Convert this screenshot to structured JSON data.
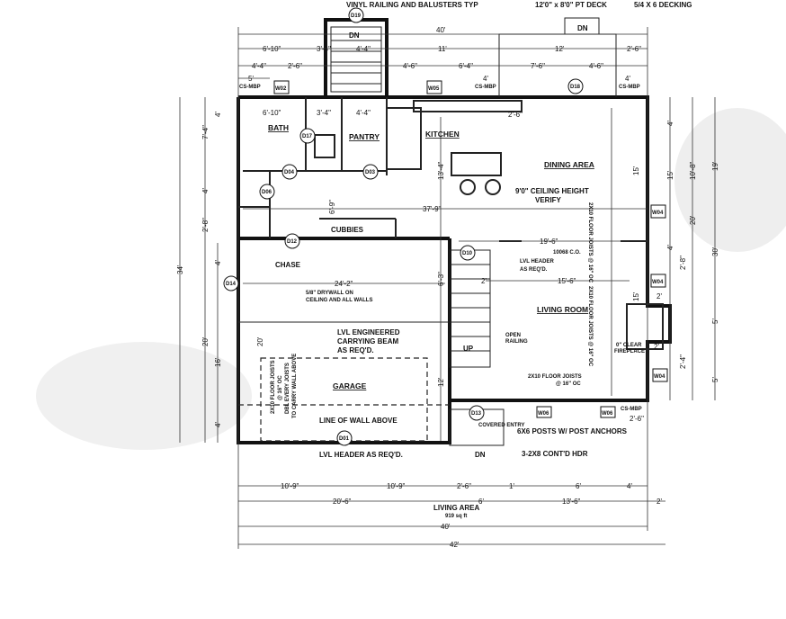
{
  "plan": {
    "notes": {
      "railing": "VINYL RAILING AND BALUSTERS TYP",
      "deck": "12'0\" x 8'0\" PT DECK",
      "decking": "5/4 X 6 DECKING",
      "ceiling": "9'0\" CEILING HEIGHT",
      "verify": "VERIFY",
      "lvl_header": "LVL HEADER",
      "as_reqd": "AS REQ'D.",
      "opening": "10068 C.O.",
      "drywall1": "5/8\" DRYWALL ON",
      "drywall2": "CEILING AND ALL WALLS",
      "beam1": "LVL ENGINEERED",
      "beam2": "CARRYING BEAM",
      "beam3": "AS REQ'D.",
      "open_railing1": "OPEN",
      "open_railing2": "RAILING",
      "joists_living": "2X10 FLOOR JOISTS",
      "joists_oc": "@ 16\" OC",
      "joists_garage1": "2X10 FLOOR JOISTS",
      "joists_garage2": "@ 16\" OC",
      "joists_garage3": "DBL EVERY JOISTS",
      "joists_garage4": "TO CARRY WALL ABOVE",
      "joists_vert": "2X10 FLOOR JOISTS @ 16\" OC",
      "fireplace1": "0\" CLEAR",
      "fireplace2": "FIREPLACE",
      "wall_above": "LINE OF WALL ABOVE",
      "lvl_header_garage": "LVL HEADER AS REQ'D.",
      "posts": "6X6 POSTS W/ POST ANCHORS",
      "hdr": "3-2X8 CONT'D HDR",
      "covered_entry": "COVERED ENTRY",
      "living_area": "LIVING AREA",
      "living_area_sqft": "919 sq ft",
      "dn": "DN",
      "up": "UP",
      "chase": "CHASE",
      "cubbies": "CUBBIES",
      "csmbp": "CS-MBP"
    },
    "rooms": {
      "bath": "BATH",
      "pantry": "PANTRY",
      "kitchen": "KITCHEN",
      "dining": "DINING AREA",
      "living": "LIVING ROOM",
      "garage": "GARAGE"
    },
    "tags": {
      "d19": "D19",
      "d18": "D18",
      "d17": "D17",
      "d04": "D04",
      "d03": "D03",
      "d06": "D06",
      "d12": "D12",
      "d10": "D10",
      "d14": "D14",
      "d01": "D01",
      "d13": "D13",
      "w02": "W02",
      "w05": "W05",
      "w04a": "W04",
      "w04b": "W04",
      "w04c": "W04",
      "w06a": "W06",
      "w06b": "W06"
    },
    "dims_top": {
      "overall": "40'",
      "a1": "6'-10\"",
      "a2": "3'-4\"",
      "a3": "4'-4\"",
      "a4": "11'",
      "a5": "12'",
      "a6": "2'-6\"",
      "b1": "4'-4\"",
      "b2": "2'-6\"",
      "b3": "4'-6\"",
      "b4": "6'-4\"",
      "b5": "7'-6\"",
      "b6": "4'-6\"",
      "c1": "5'",
      "c2": "4'",
      "c3": "4'"
    },
    "dims_bottom": {
      "a1": "10'-9\"",
      "a2": "10'-9\"",
      "a3": "2'-6\"",
      "a4": "1'",
      "a5": "6'",
      "a6": "4'",
      "b1": "20'-6\"",
      "b2": "6'",
      "b3": "13'-6\"",
      "b4": "2'",
      "c1": "40'",
      "d1": "42'"
    },
    "dims_left": {
      "overall": "34'",
      "a1": "7'-4\"",
      "a2": "4'",
      "a3": "2'-8\"",
      "a4": "20'",
      "b1": "16'",
      "b2": "4'",
      "b3": "4'",
      "b4": "4'"
    },
    "dims_right": {
      "overall": "30'",
      "a1": "19'",
      "a2": "20'",
      "a3": "10'-8\"",
      "a4": "15'",
      "a5": "5'",
      "a6": "5'",
      "b1": "4'",
      "b2": "2'-8\"",
      "b3": "2'-4\"",
      "b4": "2'-6\"",
      "b5": "2'",
      "b6": "4'"
    },
    "dims_interior": {
      "bath_w": "6'-10\"",
      "hall_w": "3'-4\"",
      "pantry_w": "4'-4\"",
      "kitchen_w": "2'-6\"",
      "span1": "37'-9\"",
      "span2": "19'-6\"",
      "span3": "15'-6\"",
      "span4": "24'-2\"",
      "kitchen_h": "13'-4\"",
      "hall_h": "6'-9\"",
      "garage_h1": "20'",
      "garage_h2": "12'",
      "garage_h3": "6'-3\"",
      "dining_h": "15'",
      "living_h": "15'",
      "stair_w": "2'",
      "fp_w": "2'"
    }
  }
}
